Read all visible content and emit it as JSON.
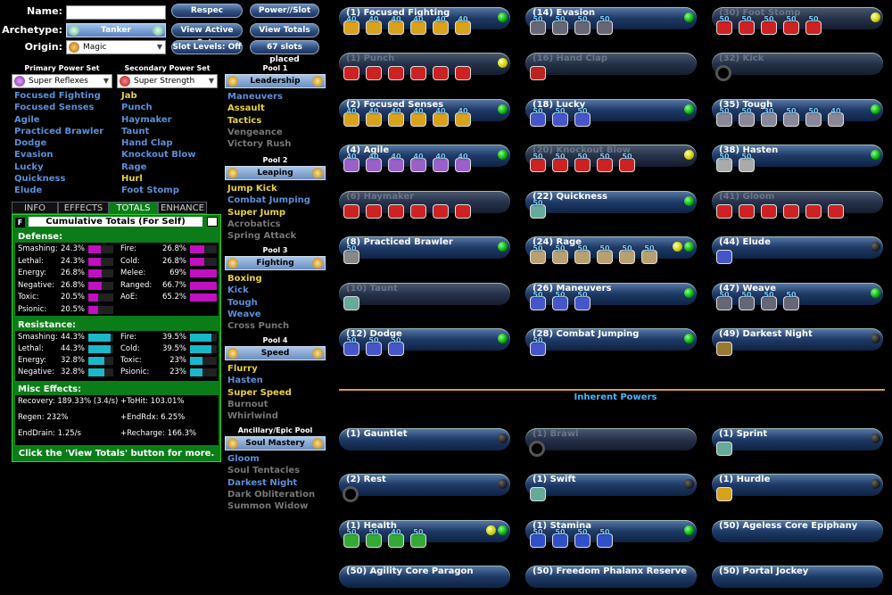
{
  "labels": {
    "name": "Name:",
    "archetype": "Archetype:",
    "origin": "Origin:"
  },
  "archetype": "Tanker",
  "origin": "Magic",
  "buttons": {
    "respec": "Respec",
    "power_slot": "Power//Slot",
    "view_active_sets": "View Active Sets",
    "view_totals": "View Totals",
    "slot_levels": "Slot Levels: Off",
    "slots_placed": "67 slots placed"
  },
  "primary": {
    "title": "Primary Power Set",
    "selected": "Super Reflexes",
    "powers": [
      {
        "name": "Focused Fighting",
        "c": "blue"
      },
      {
        "name": "Focused Senses",
        "c": "blue"
      },
      {
        "name": "Agile",
        "c": "blue"
      },
      {
        "name": "Practiced Brawler",
        "c": "blue"
      },
      {
        "name": "Dodge",
        "c": "blue"
      },
      {
        "name": "Evasion",
        "c": "blue"
      },
      {
        "name": "Lucky",
        "c": "blue"
      },
      {
        "name": "Quickness",
        "c": "blue"
      },
      {
        "name": "Elude",
        "c": "blue"
      }
    ]
  },
  "secondary": {
    "title": "Secondary Power Set",
    "selected": "Super Strength",
    "powers": [
      {
        "name": "Jab",
        "c": "yellow"
      },
      {
        "name": "Punch",
        "c": "blue"
      },
      {
        "name": "Haymaker",
        "c": "blue"
      },
      {
        "name": "Taunt",
        "c": "blue"
      },
      {
        "name": "Hand Clap",
        "c": "blue"
      },
      {
        "name": "Knockout Blow",
        "c": "blue"
      },
      {
        "name": "Rage",
        "c": "blue"
      },
      {
        "name": "Hurl",
        "c": "yellow"
      },
      {
        "name": "Foot Stomp",
        "c": "blue"
      }
    ]
  },
  "pools": [
    {
      "title": "Pool 1",
      "name": "Leadership",
      "powers": [
        {
          "name": "Maneuvers",
          "c": "blue"
        },
        {
          "name": "Assault",
          "c": "yellow"
        },
        {
          "name": "Tactics",
          "c": "yellow"
        },
        {
          "name": "Vengeance",
          "c": "gray"
        },
        {
          "name": "Victory Rush",
          "c": "gray"
        }
      ]
    },
    {
      "title": "Pool 2",
      "name": "Leaping",
      "powers": [
        {
          "name": "Jump Kick",
          "c": "yellow"
        },
        {
          "name": "Combat Jumping",
          "c": "blue"
        },
        {
          "name": "Super Jump",
          "c": "yellow"
        },
        {
          "name": "Acrobatics",
          "c": "gray"
        },
        {
          "name": "Spring Attack",
          "c": "gray"
        }
      ]
    },
    {
      "title": "Pool 3",
      "name": "Fighting",
      "powers": [
        {
          "name": "Boxing",
          "c": "yellow"
        },
        {
          "name": "Kick",
          "c": "blue"
        },
        {
          "name": "Tough",
          "c": "blue"
        },
        {
          "name": "Weave",
          "c": "blue"
        },
        {
          "name": "Cross Punch",
          "c": "gray"
        }
      ]
    },
    {
      "title": "Pool 4",
      "name": "Speed",
      "powers": [
        {
          "name": "Flurry",
          "c": "yellow"
        },
        {
          "name": "Hasten",
          "c": "blue"
        },
        {
          "name": "Super Speed",
          "c": "yellow"
        },
        {
          "name": "Burnout",
          "c": "gray"
        },
        {
          "name": "Whirlwind",
          "c": "gray"
        }
      ]
    },
    {
      "title": "Ancillary/Epic Pool",
      "name": "Soul Mastery",
      "powers": [
        {
          "name": "Gloom",
          "c": "blue"
        },
        {
          "name": "Soul Tentacles",
          "c": "gray"
        },
        {
          "name": "Darkest Night",
          "c": "blue"
        },
        {
          "name": "Dark Obliteration",
          "c": "gray"
        },
        {
          "name": "Summon Widow",
          "c": "gray"
        }
      ]
    }
  ],
  "tabs": [
    "INFO",
    "EFFECTS",
    "TOTALS",
    "ENHANCE"
  ],
  "totals": {
    "f_label": "F",
    "title": "Cumulative Totals (For Self)",
    "defense_title": "Defense:",
    "defense": [
      {
        "l": "Smashing:",
        "v": "24.3%",
        "f": 0.243
      },
      {
        "l": "Lethal:",
        "v": "24.3%",
        "f": 0.243
      },
      {
        "l": "Energy:",
        "v": "26.8%",
        "f": 0.268
      },
      {
        "l": "Negative:",
        "v": "26.8%",
        "f": 0.268
      },
      {
        "l": "Toxic:",
        "v": "20.5%",
        "f": 0.205
      },
      {
        "l": "Psionic:",
        "v": "20.5%",
        "f": 0.205
      }
    ],
    "defense_r": [
      {
        "l": "Fire:",
        "v": "26.8%",
        "f": 0.268
      },
      {
        "l": "Cold:",
        "v": "26.8%",
        "f": 0.268
      },
      {
        "l": "Melee:",
        "v": "69%",
        "f": 0.69
      },
      {
        "l": "Ranged:",
        "v": "66.7%",
        "f": 0.667
      },
      {
        "l": "AoE:",
        "v": "65.2%",
        "f": 0.652
      }
    ],
    "resistance_title": "Resistance:",
    "resistance": [
      {
        "l": "Smashing:",
        "v": "44.3%",
        "f": 0.443
      },
      {
        "l": "Lethal:",
        "v": "44.3%",
        "f": 0.443
      },
      {
        "l": "Energy:",
        "v": "32.8%",
        "f": 0.328
      },
      {
        "l": "Negative:",
        "v": "32.8%",
        "f": 0.328
      }
    ],
    "resistance_r": [
      {
        "l": "Fire:",
        "v": "39.5%",
        "f": 0.395
      },
      {
        "l": "Cold:",
        "v": "39.5%",
        "f": 0.395
      },
      {
        "l": "Toxic:",
        "v": "23%",
        "f": 0.23
      },
      {
        "l": "Psionic:",
        "v": "23%",
        "f": 0.23
      }
    ],
    "misc_title": "Misc Effects:",
    "misc": [
      "Recovery: 189.33% (3.4/s)",
      "Regen: 232%",
      "EndDrain: 1.25/s"
    ],
    "misc_r": [
      "+ToHit: 103.01%",
      "+EndRdx: 6.25%",
      "+Recharge: 166.3%"
    ],
    "footer": "Click the 'View Totals' button for more."
  },
  "inherent_title": "Inherent Powers",
  "power_slots": [
    {
      "n": "(1) Focused Fighting",
      "st": "act",
      "led": "g",
      "lv": [
        "40",
        "40",
        "40",
        "40",
        "40",
        "40"
      ],
      "col": "#d9a21c"
    },
    {
      "n": "(1) Punch",
      "st": "dim",
      "led": "y",
      "lv": [
        "",
        "",
        "",
        "",
        "",
        ""
      ],
      "col": "#c22"
    },
    {
      "n": "(2) Focused Senses",
      "st": "act",
      "led": "g",
      "lv": [
        "40",
        "40",
        "40",
        "40",
        "40",
        "40"
      ],
      "col": "#d9a21c"
    },
    {
      "n": "(4) Agile",
      "st": "act",
      "led": "g",
      "lv": [
        "40",
        "40",
        "40",
        "40",
        "40",
        "40"
      ],
      "col": "#9a5fc8"
    },
    {
      "n": "(6) Haymaker",
      "st": "dim",
      "led": "",
      "lv": [
        "",
        "",
        "",
        "",
        "",
        ""
      ],
      "col": "#c22"
    },
    {
      "n": "(8) Practiced Brawler",
      "st": "act",
      "led": "g",
      "lv": [
        "50"
      ],
      "col": "#888"
    },
    {
      "n": "(10) Taunt",
      "st": "dim",
      "led": "",
      "lv": [
        ""
      ],
      "col": "#6a9"
    },
    {
      "n": "(12) Dodge",
      "st": "act",
      "led": "g",
      "lv": [
        "50",
        "50",
        "50"
      ],
      "col": "#4656c8"
    },
    {
      "n": "(14) Evasion",
      "st": "act",
      "led": "g",
      "lv": [
        "50",
        "50",
        "50",
        "50"
      ],
      "col": "#667"
    },
    {
      "n": "(16) Hand Clap",
      "st": "dim",
      "led": "",
      "lv": [
        ""
      ],
      "col": "#b22"
    },
    {
      "n": "(18) Lucky",
      "st": "act",
      "led": "g",
      "lv": [
        "50",
        "50",
        "50"
      ],
      "col": "#4656c8"
    },
    {
      "n": "(20) Knockout Blow",
      "st": "dim",
      "led": "y",
      "lv": [
        "50",
        "50",
        "50",
        "50",
        "50"
      ],
      "col": "#c22"
    },
    {
      "n": "(22) Quickness",
      "st": "act",
      "led": "g",
      "lv": [
        "50"
      ],
      "col": "#6a9"
    },
    {
      "n": "(24) Rage",
      "st": "act",
      "led": "yg",
      "lv": [
        "50",
        "50",
        "50",
        "50",
        "50",
        "50"
      ],
      "col": "#b9a070"
    },
    {
      "n": "(26) Maneuvers",
      "st": "act",
      "led": "g",
      "lv": [
        "50",
        "50",
        "50"
      ],
      "col": "#4656c8"
    },
    {
      "n": "(28) Combat Jumping",
      "st": "act",
      "led": "g",
      "lv": [
        "50"
      ],
      "col": "#4656c8"
    },
    {
      "n": "(30) Foot Stomp",
      "st": "dim",
      "led": "y",
      "lv": [
        "50",
        "50",
        "50",
        "50",
        "50"
      ],
      "col": "#c22"
    },
    {
      "n": "(32) Kick",
      "st": "dim",
      "led": "",
      "lv": [
        "empty"
      ],
      "col": ""
    },
    {
      "n": "(35) Tough",
      "st": "act",
      "led": "g",
      "lv": [
        "50",
        "50",
        "30",
        "50",
        "50",
        "40"
      ],
      "col": "#889"
    },
    {
      "n": "(38) Hasten",
      "st": "act",
      "led": "g",
      "lv": [
        "50",
        "50"
      ],
      "col": "#aaa"
    },
    {
      "n": "(41) Gloom",
      "st": "dim",
      "led": "",
      "lv": [
        "",
        "",
        "",
        "",
        "",
        ""
      ],
      "col": "#c22"
    },
    {
      "n": "(44) Elude",
      "st": "act",
      "led": "k",
      "lv": [
        ""
      ],
      "col": "#4656c8"
    },
    {
      "n": "(47) Weave",
      "st": "act",
      "led": "g",
      "lv": [
        "50",
        "50",
        "50",
        "50"
      ],
      "col": "#667"
    },
    {
      "n": "(49) Darkest Night",
      "st": "act",
      "led": "k",
      "lv": [
        ""
      ],
      "col": "#9a7a30"
    },
    {
      "n": "(1) Gauntlet",
      "st": "act",
      "led": "k",
      "lv": [],
      "col": ""
    },
    {
      "n": "(1) Brawl",
      "st": "dim",
      "led": "",
      "lv": [
        "empty"
      ],
      "col": ""
    },
    {
      "n": "(1) Sprint",
      "st": "act",
      "led": "k",
      "lv": [
        ""
      ],
      "col": "#6a9"
    },
    {
      "n": "(2) Rest",
      "st": "act",
      "led": "k",
      "lv": [
        "empty"
      ],
      "col": ""
    },
    {
      "n": "(1) Swift",
      "st": "act",
      "led": "k",
      "lv": [
        ""
      ],
      "col": "#6a9"
    },
    {
      "n": "(1) Hurdle",
      "st": "act",
      "led": "k",
      "lv": [
        ""
      ],
      "col": "#d9a21c"
    },
    {
      "n": "(1) Health",
      "st": "act",
      "led": "yg",
      "lv": [
        "50",
        "50",
        "40",
        "50"
      ],
      "col": "#3a3"
    },
    {
      "n": "(1) Stamina",
      "st": "act",
      "led": "g",
      "lv": [
        "50",
        "50",
        "50",
        "50"
      ],
      "col": "#3050c8"
    },
    {
      "n": "(50) Ageless Core Epiphany",
      "st": "act",
      "led": "",
      "lv": [],
      "col": ""
    },
    {
      "n": "(50) Agility Core Paragon",
      "st": "act",
      "led": "",
      "lv": [],
      "col": ""
    },
    {
      "n": "(50) Freedom Phalanx Reserve",
      "st": "act",
      "led": "",
      "lv": [],
      "col": ""
    },
    {
      "n": "(50) Portal Jockey",
      "st": "act",
      "led": "",
      "lv": [],
      "col": ""
    }
  ],
  "colors": {
    "accent_blue": "#5b8fd8",
    "accent_yellow": "#e9d23a",
    "totals_green": "#0b7d18",
    "defense_bar": "#c010c0",
    "resistance_bar": "#1ab8c8"
  }
}
